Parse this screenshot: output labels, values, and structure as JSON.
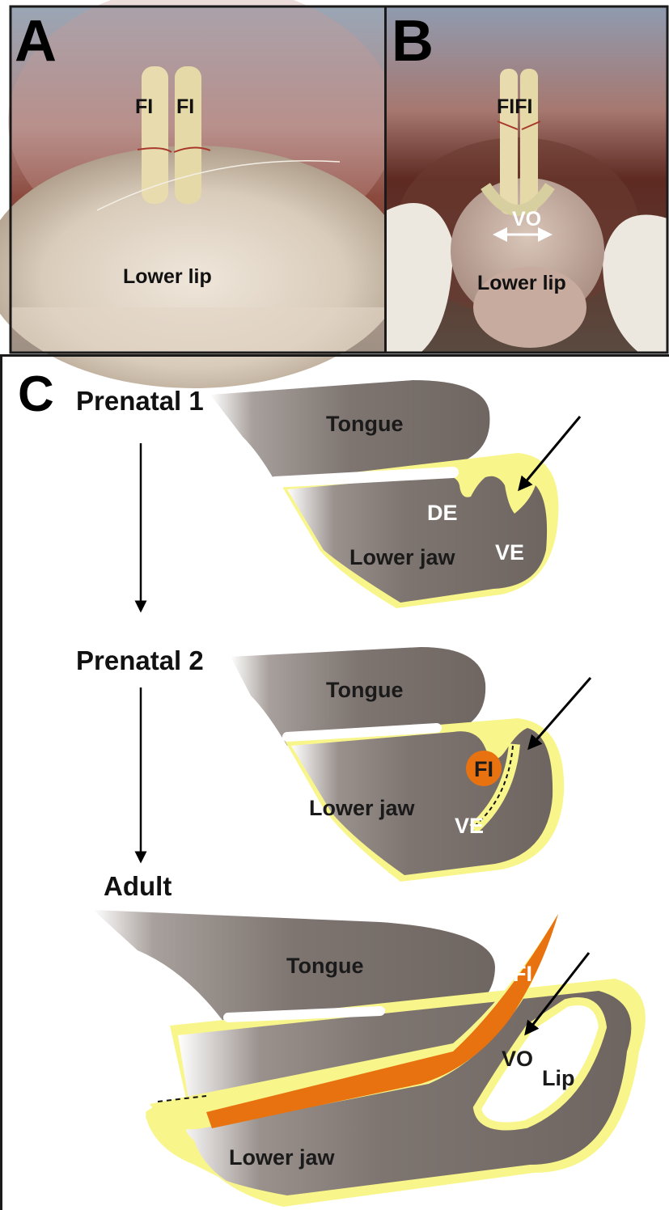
{
  "panel_a": {
    "letter": "A",
    "labels": {
      "fi_left": "FI",
      "fi_right": "FI",
      "lower_lip": "Lower lip"
    }
  },
  "panel_b": {
    "letter": "B",
    "labels": {
      "fi_pair": "FIFI",
      "vo": "VO",
      "lower_lip": "Lower lip"
    }
  },
  "panel_c": {
    "letter": "C",
    "stages": [
      {
        "title": "Prenatal 1",
        "labels": {
          "tongue": "Tongue",
          "de": "DE",
          "ve": "VE",
          "lower_jaw": "Lower jaw"
        }
      },
      {
        "title": "Prenatal 2",
        "labels": {
          "tongue": "Tongue",
          "fi": "FI",
          "lower_jaw": "Lower jaw",
          "ve": "VE"
        }
      },
      {
        "title": "Adult",
        "labels": {
          "tongue": "Tongue",
          "fi": "FI",
          "vo": "VO",
          "lip": "Lip",
          "lower_jaw": "Lower jaw"
        }
      }
    ]
  },
  "colors": {
    "epithelium": "#f8f58a",
    "incisor": "#e8720f",
    "tissue": "#7a706c",
    "frame": "#1a1a1a"
  }
}
